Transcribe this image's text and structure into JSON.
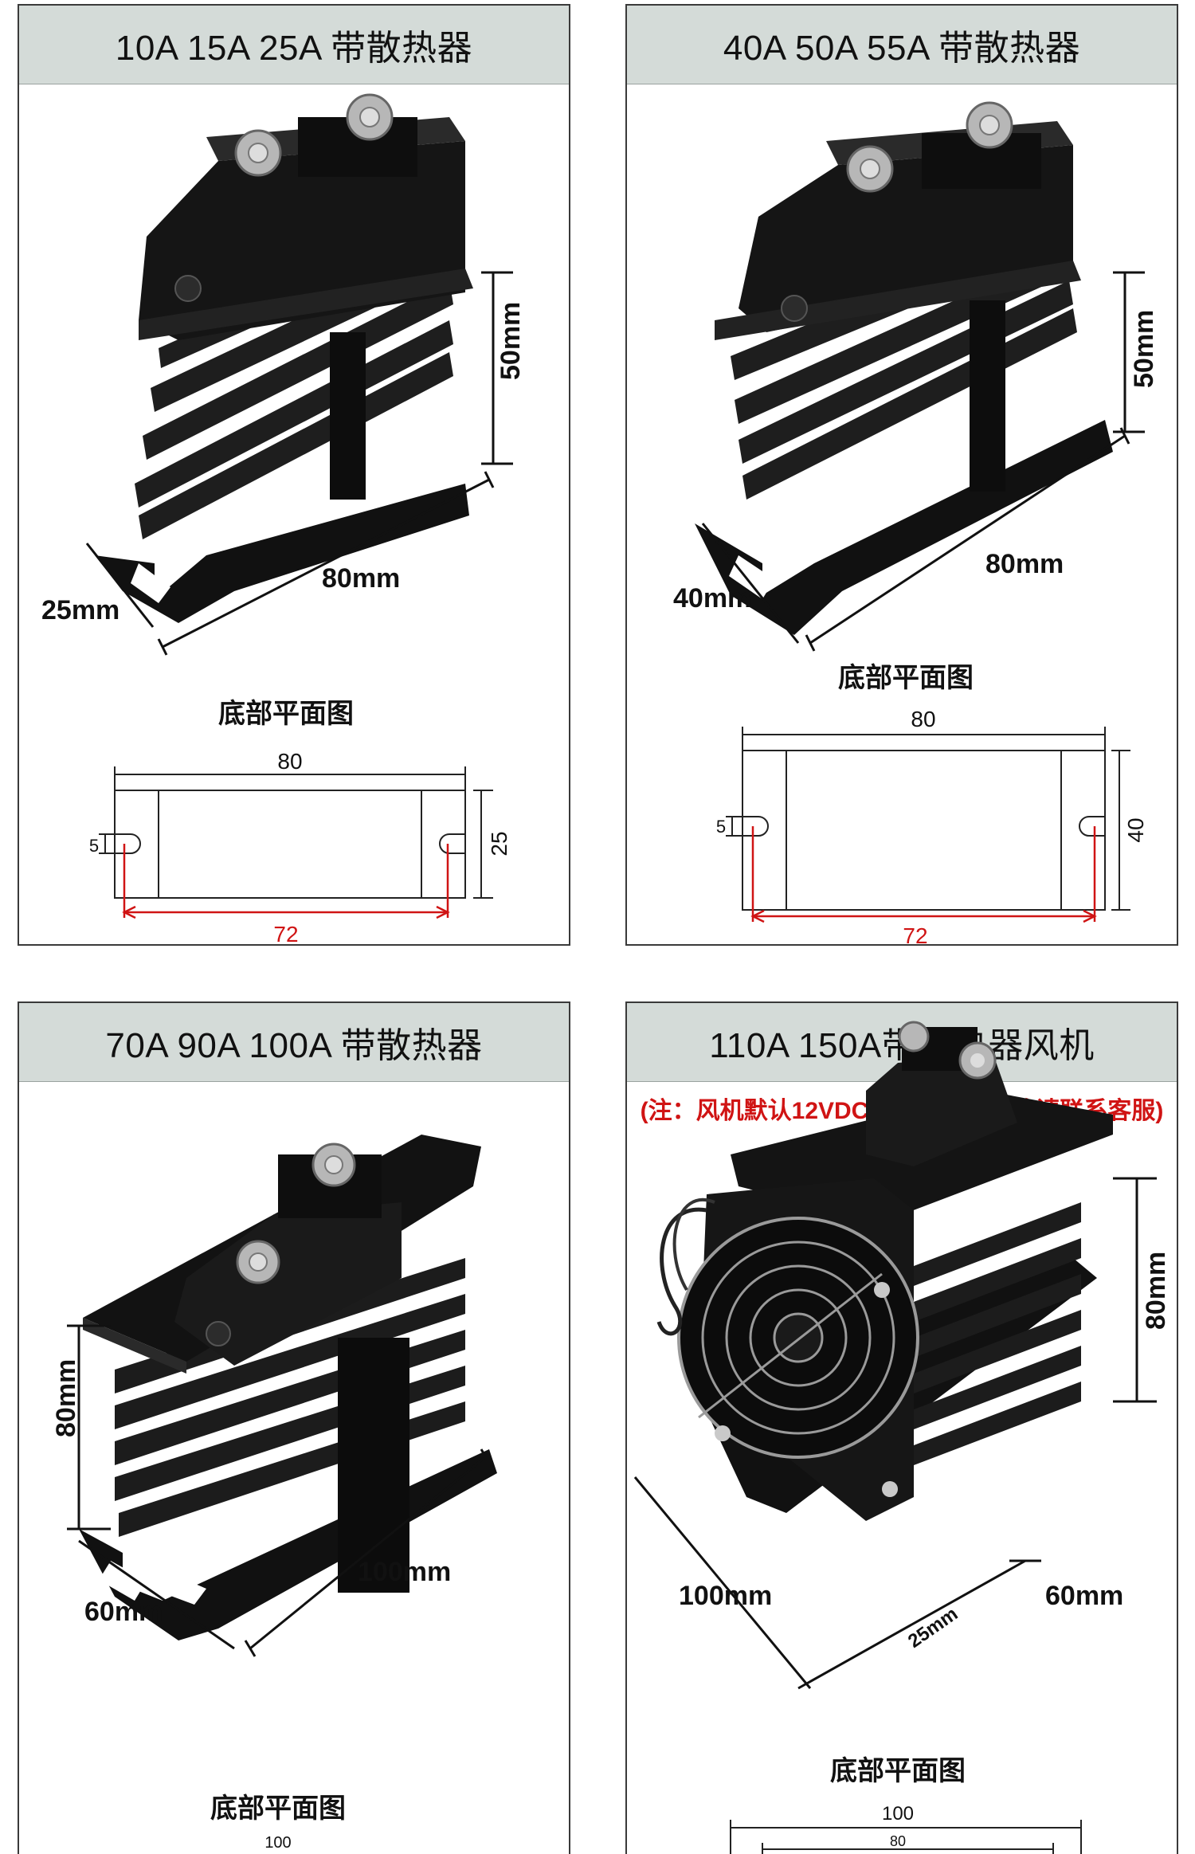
{
  "cards": [
    {
      "title": "10A 15A 25A 带散热器",
      "dims": {
        "height": "50mm",
        "length": "80mm",
        "width": "25mm"
      },
      "plan": {
        "title": "底部平面图",
        "length": "80",
        "width": "25",
        "slot": "5",
        "hole_pitch": "72"
      }
    },
    {
      "title": "40A 50A 55A 带散热器",
      "dims": {
        "height": "50mm",
        "length": "80mm",
        "width": "40mm"
      },
      "plan": {
        "title": "底部平面图",
        "length": "80",
        "width": "40",
        "slot": "5",
        "hole_pitch": "72"
      }
    },
    {
      "title": "70A 90A 100A 带散热器",
      "dims": {
        "height": "80mm",
        "length": "100mm",
        "width": "60mm"
      },
      "plan": {
        "title": "底部平面图",
        "length": "100"
      }
    },
    {
      "title": "110A 150A带散热器风机",
      "note": "(注：风机默认12VDC，如需其他规格请联系客服)",
      "dims": {
        "height": "80mm",
        "length": "100mm",
        "width": "60mm",
        "fan": "25mm"
      },
      "plan": {
        "title": "底部平面图",
        "length": "100",
        "inner": "80"
      }
    }
  ],
  "colors": {
    "header_bg": "#d4dbd8",
    "heatsink": "#141414",
    "dim_red": "#d01414"
  }
}
